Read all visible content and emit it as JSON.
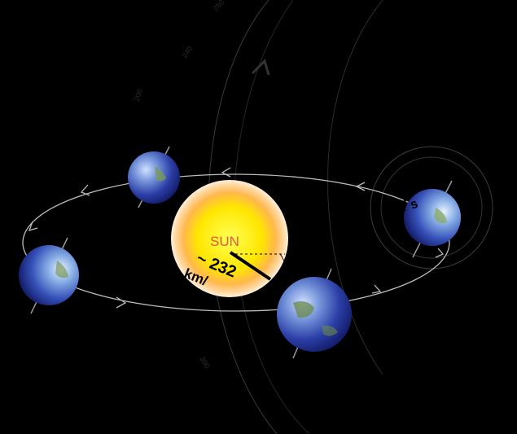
{
  "sun": {
    "label": "SUN"
  },
  "distance": {
    "value": "~ 232",
    "unit": "km/"
  },
  "fragment_label": "s",
  "background_ring_text": [
    "200",
    "240",
    "280",
    "300"
  ],
  "colors": {
    "background": "#000000",
    "orbit": "#bcbcbc",
    "sun_core": "#ffe600",
    "sun_glow": "#ffcc66",
    "sun_label": "#e05a3a",
    "earth_ocean": "#2b3ea6",
    "earth_land": "#7a9a5a",
    "axis": "#9a9a9a"
  },
  "icons": [
    "orbit-arrow-icon",
    "earth-icon",
    "sun-icon"
  ]
}
